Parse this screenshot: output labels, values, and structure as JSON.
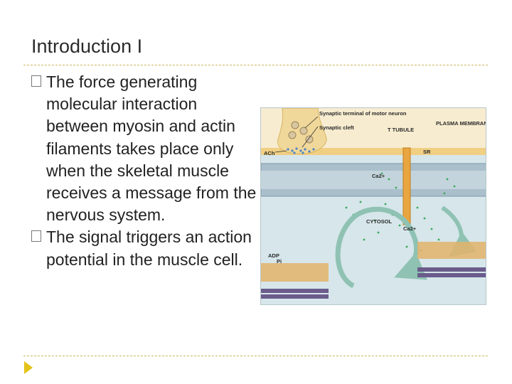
{
  "slide": {
    "title": "Introduction I",
    "bullets": [
      "The force generating molecular interaction between myosin and actin filaments takes place only when the skeletal muscle receives a message from the nervous system.",
      "The signal triggers an action potential in the muscle cell."
    ]
  },
  "figure": {
    "labels": {
      "synaptic_terminal": "Synaptic terminal of motor neuron",
      "synaptic_cleft": "Synaptic cleft",
      "t_tubule": "T TUBULE",
      "plasma_membrane": "PLASMA MEMBRANE",
      "ach": "ACh",
      "sr": "SR",
      "ca_channel": "Ca2+",
      "cytosol": "CYTOSOL",
      "ca_cytosol": "Ca2+",
      "adp": "ADP",
      "pi": "Pi"
    }
  },
  "colors": {
    "accent_rule": "#c9b55a",
    "nav_arrow": "#e3c31a",
    "neuron": "#f0d79a",
    "sarcolemma": "#f3d89c",
    "sr": "#9fb6c4",
    "calcium": "#3aa85a",
    "arrow": "#8fc2b3"
  },
  "icons": {
    "bullet": "box-bullet-icon",
    "navigation": "triangle-arrow-icon"
  }
}
